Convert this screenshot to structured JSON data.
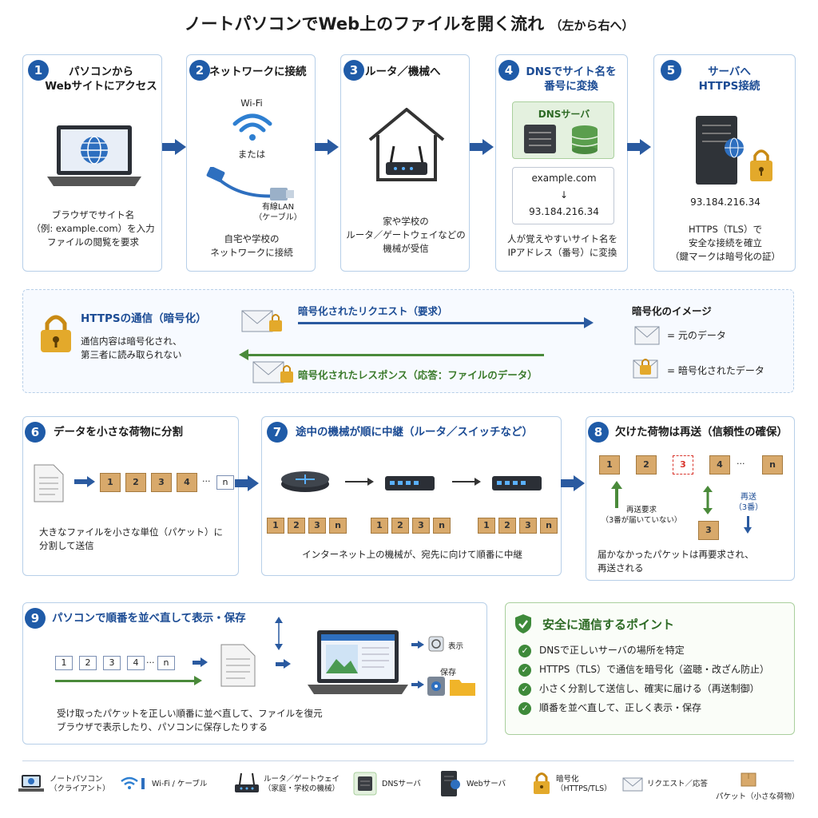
{
  "title": "ノートパソコンでWeb上のファイルを開く流れ",
  "title_sub": "（左から右へ）",
  "steps": [
    {
      "num": "1",
      "title1": "パソコンから",
      "title2": "Webサイトにアクセス",
      "text1": "ブラウザでサイト名",
      "text2": "（例: example.com）を入力",
      "text3": "ファイルの閲覧を要求"
    },
    {
      "num": "2",
      "title1": "ネットワークに接続",
      "wifi": "Wi-Fi",
      "or": "または",
      "lan1": "有線LAN",
      "lan2": "（ケーブル）",
      "text1": "自宅や学校の",
      "text2": "ネットワークに接続"
    },
    {
      "num": "3",
      "title1": "ルータ／機械へ",
      "text1": "家や学校の",
      "text2": "ルータ／ゲートウェイなどの",
      "text3": "機械が受信"
    },
    {
      "num": "4",
      "title1": "DNSでサイト名を",
      "title2": "番号に変換",
      "dns": "DNSサーバ",
      "domain": "example.com",
      "arrow": "↓",
      "ip": "93.184.216.34",
      "text1": "人が覚えやすいサイト名を",
      "text2": "IPアドレス（番号）に変換"
    },
    {
      "num": "5",
      "title1": "サーバへ",
      "title2": "HTTPS接続",
      "ip": "93.184.216.34",
      "text1": "HTTPS（TLS）で",
      "text2": "安全な接続を確立",
      "text3": "（鍵マークは暗号化の証）"
    }
  ],
  "https": {
    "title": "HTTPSの通信（暗号化）",
    "text1": "通信内容は暗号化され、",
    "text2": "第三者に読み取られない",
    "request": "暗号化されたリクエスト（要求）",
    "response": "暗号化されたレスポンス（応答：ファイルのデータ）",
    "image_title": "暗号化のイメージ",
    "plain": "= 元のデータ",
    "encrypted": "= 暗号化されたデータ"
  },
  "step6": {
    "num": "6",
    "title": "データを小さな荷物に分割",
    "text1": "大きなファイルを小さな単位（パケット）に",
    "text2": "分割して送信",
    "boxes": [
      "1",
      "2",
      "3",
      "4"
    ],
    "dots": "···",
    "last": "n"
  },
  "step7": {
    "num": "7",
    "title": "途中の機械が順に中継（ルータ／スイッチなど）",
    "text": "インターネット上の機械が、宛先に向けて順番に中継",
    "boxes": [
      "1",
      "2",
      "3",
      "n"
    ]
  },
  "step8": {
    "num": "8",
    "title": "欠けた荷物は再送（信頼性の確保）",
    "boxes": [
      "1",
      "2",
      "3",
      "4"
    ],
    "dots": "···",
    "last": "n",
    "req1": "再送要求",
    "req2": "（3番が届いていない）",
    "resend1": "再送",
    "resend2": "（3番）",
    "resend_box": "3",
    "text1": "届かなかったパケットは再要求され、",
    "text2": "再送される"
  },
  "step9": {
    "num": "9",
    "title": "パソコンで順番を並べ直して表示・保存",
    "pkts": [
      "1",
      "2",
      "3",
      "4"
    ],
    "dots": "···",
    "last": "n",
    "show": "表示",
    "save": "保存",
    "text1": "受け取ったパケットを正しい順番に並べ直して、ファイルを復元",
    "text2": "ブラウザで表示したり、パソコンに保存したりする"
  },
  "points": {
    "title": "安全に通信するポイント",
    "items": [
      "DNSで正しいサーバの場所を特定",
      "HTTPS（TLS）で通信を暗号化（盗聴・改ざん防止）",
      "小さく分割して送信し、確実に届ける（再送制御）",
      "順番を並べ直して、正しく表示・保存"
    ]
  },
  "legend": [
    {
      "l1": "ノートパソコン",
      "l2": "（クライアント）"
    },
    {
      "l1": "Wi-Fi / ケーブル",
      "l2": ""
    },
    {
      "l1": "ルータ／ゲートウェイ",
      "l2": "（家庭・学校の機械）"
    },
    {
      "l1": "DNSサーバ",
      "l2": ""
    },
    {
      "l1": "Webサーバ",
      "l2": ""
    },
    {
      "l1": "暗号化",
      "l2": "（HTTPS/TLS）"
    },
    {
      "l1": "リクエスト／応答",
      "l2": ""
    },
    {
      "l1": "パケット（小さな荷物）",
      "l2": ""
    }
  ],
  "colors": {
    "blue": "#1f5ba8",
    "green": "#4a8a3a",
    "red": "#d9342b",
    "box": "#d8a96b",
    "lock": "#e3a92b"
  }
}
